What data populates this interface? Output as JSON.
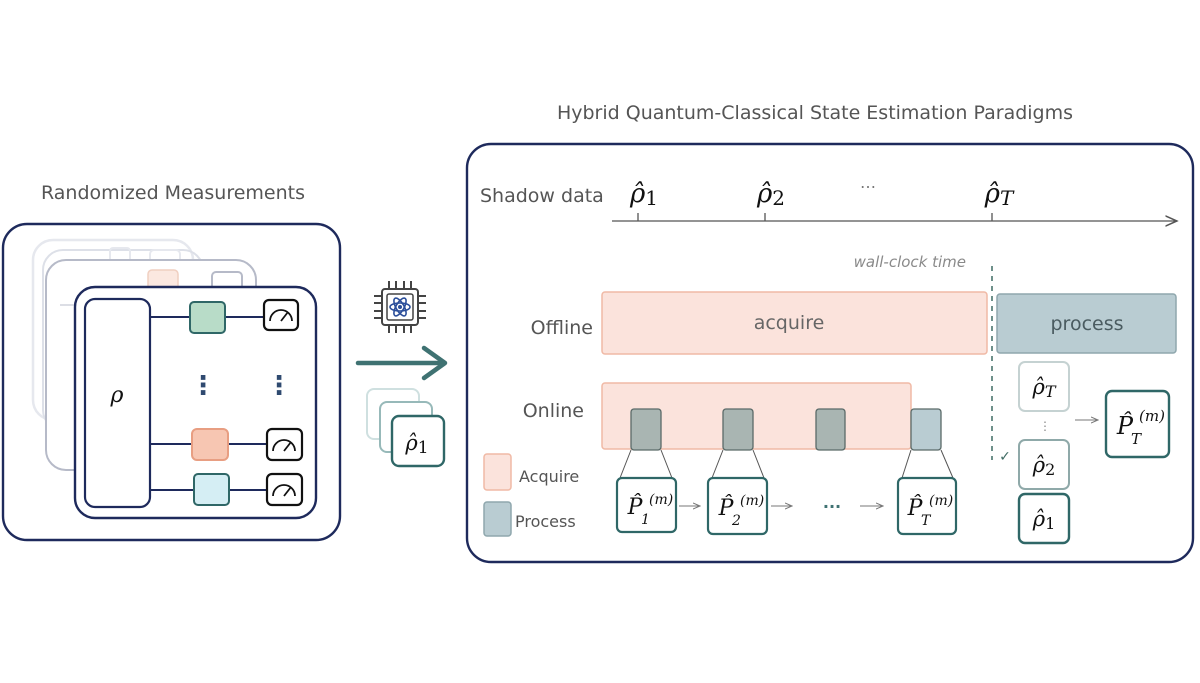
{
  "left_panel": {
    "title": "Randomized Measurements",
    "rho_symbol": "ρ",
    "ellipsis": "⋮"
  },
  "arrow_section": {
    "chip_icon": "quantum-chip-icon",
    "snapshot_base": "ρ̂",
    "snapshot_sub": "1"
  },
  "right_panel": {
    "title": "Hybrid Quantum-Classical State Estimation Paradigms",
    "shadow_label": "Shadow data",
    "shadow_points": [
      {
        "base": "ρ̂",
        "sub": "1"
      },
      {
        "base": "ρ̂",
        "sub": "2"
      },
      {
        "base": "ρ̂",
        "sub": "T"
      }
    ],
    "shadow_ellipsis": "…",
    "time_label": "wall-clock time",
    "offline_label": "Offline",
    "online_label": "Online",
    "acquire_label": "acquire",
    "process_label": "process",
    "legend": [
      {
        "label": "Acquire",
        "color": "#fbe3dc"
      },
      {
        "label": "Process",
        "color": "#b9ccd2"
      }
    ],
    "estimators": [
      {
        "base": "P̂",
        "sub": "1",
        "sup": "(m)"
      },
      {
        "base": "P̂",
        "sub": "2",
        "sup": "(m)"
      },
      {
        "base": "P̂",
        "sub": "T",
        "sup": "(m)"
      }
    ],
    "estimator_ellipsis": "···",
    "offline_stack": [
      {
        "base": "ρ̂",
        "sub": "T"
      },
      {
        "base": "ρ̂",
        "sub": "2"
      },
      {
        "base": "ρ̂",
        "sub": "1"
      }
    ],
    "stack_ellipsis": "⋮",
    "check_mark": "✓",
    "offline_result": {
      "base": "P̂",
      "sub": "T",
      "sup": "(m)"
    }
  },
  "colors": {
    "navy": "#1e2a5c",
    "teal": "#2f6767",
    "acquire_fill": "#fbe3dc",
    "acquire_stroke": "#f0b9a5",
    "process_fill": "#b9ccd2",
    "process_stroke": "#8fa7ad",
    "gate_green": "#b8dcc8",
    "gate_orange": "#f7c6b2",
    "gate_blue": "#d5eef4"
  }
}
